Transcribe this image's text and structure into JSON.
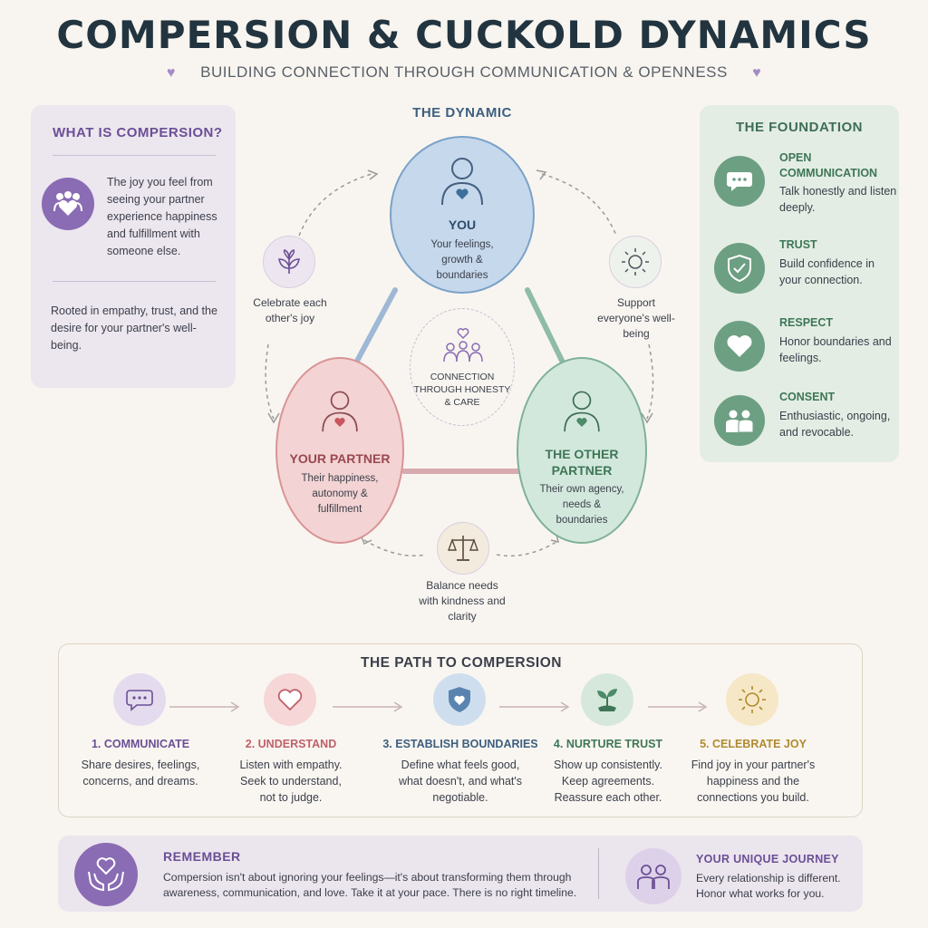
{
  "header": {
    "title": "COMPERSION & CUCKOLD DYNAMICS",
    "subtitle": "BUILDING CONNECTION THROUGH COMMUNICATION & OPENNESS"
  },
  "what_is": {
    "title": "WHAT IS COMPERSION?",
    "definition": "The joy you feel from seeing your partner experience happiness and fulfillment with someone else.",
    "roots": "Rooted in empathy, trust, and the desire for your partner's well-being."
  },
  "dynamic": {
    "title": "THE DYNAMIC",
    "you": {
      "label": "YOU",
      "desc": "Your feelings, growth & boundaries"
    },
    "partner": {
      "label": "YOUR PARTNER",
      "desc": "Their happiness, autonomy & fulfillment"
    },
    "other": {
      "label": "THE OTHER PARTNER",
      "desc": "Their own agency, needs & boundaries"
    },
    "center": "CONNECTION THROUGH HONESTY & CARE",
    "celebrate": "Celebrate each other's joy",
    "support": "Support everyone's well-being",
    "balance": "Balance needs with kindness and clarity"
  },
  "foundation": {
    "title": "THE FOUNDATION",
    "items": [
      {
        "head": "OPEN COMMUNICATION",
        "desc": "Talk honestly and listen deeply.",
        "icon": "chat-bubble-icon"
      },
      {
        "head": "TRUST",
        "desc": "Build confidence in your connection.",
        "icon": "shield-check-icon"
      },
      {
        "head": "RESPECT",
        "desc": "Honor boundaries and feelings.",
        "icon": "heart-icon"
      },
      {
        "head": "CONSENT",
        "desc": "Enthusiastic, ongoing, and revocable.",
        "icon": "people-icon"
      }
    ]
  },
  "path": {
    "title": "THE PATH TO COMPERSION",
    "steps": [
      {
        "head": "1. COMMUNICATE",
        "desc": "Share desires, feelings, concerns, and dreams.",
        "color": "#6b4f95",
        "bg": "#e4dbee",
        "icon": "chat-bubble-icon"
      },
      {
        "head": "2. UNDERSTAND",
        "desc": "Listen with empathy. Seek to understand, not to judge.",
        "color": "#c0606a",
        "bg": "#f6d6d6",
        "icon": "heart-icon"
      },
      {
        "head": "3. ESTABLISH BOUNDARIES",
        "desc": "Define what feels good, what doesn't, and what's negotiable.",
        "color": "#3d5f80",
        "bg": "#cfdeee",
        "icon": "shield-icon"
      },
      {
        "head": "4. NURTURE TRUST",
        "desc": "Show up consistently. Keep agreements. Reassure each other.",
        "color": "#3e7656",
        "bg": "#d6e8dc",
        "icon": "sprout-icon"
      },
      {
        "head": "5. CELEBRATE JOY",
        "desc": "Find joy in your partner's happiness and the connections you build.",
        "color": "#b08a2e",
        "bg": "#f6e7c6",
        "icon": "sun-icon"
      }
    ]
  },
  "remember": {
    "head": "REMEMBER",
    "text": "Compersion isn't about ignoring your feelings—it's about transforming them through awareness, communication, and love. Take it at your pace. There is no right timeline."
  },
  "journey": {
    "head": "YOUR UNIQUE JOURNEY",
    "text": "Every relationship is different. Honor what works for you."
  }
}
